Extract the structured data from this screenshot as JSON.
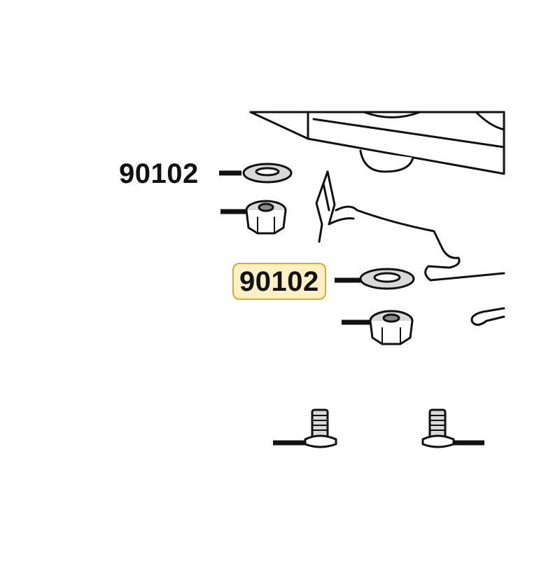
{
  "diagram": {
    "callouts": [
      {
        "id": "callout-washer-upper",
        "part_number": "90102",
        "highlighted": false
      },
      {
        "id": "callout-washer-lower",
        "part_number": "90102",
        "highlighted": true
      }
    ],
    "highlight_color": "#fdf0c2",
    "highlight_border_color": "#d6a93a"
  }
}
